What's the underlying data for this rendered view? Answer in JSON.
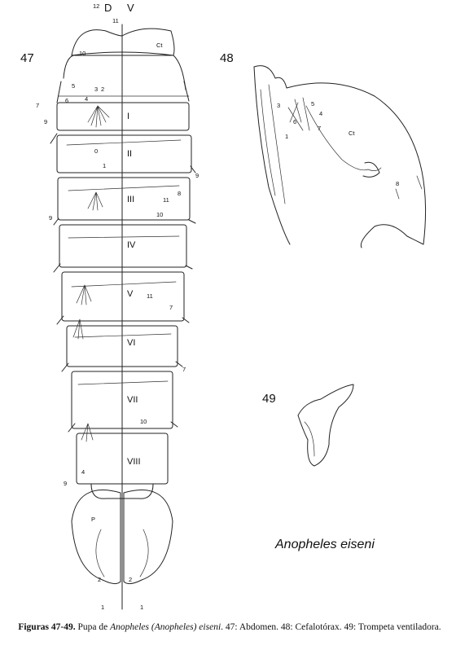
{
  "figure_numbers": {
    "fig47": "47",
    "fig48": "48",
    "fig49": "49"
  },
  "orientation_labels": {
    "dorsal": "D",
    "ventral": "V"
  },
  "region_labels": {
    "cephalothorax": "Ct",
    "paddle": "P"
  },
  "segments": [
    "I",
    "II",
    "III",
    "IV",
    "V",
    "VI",
    "VII",
    "VIII"
  ],
  "seta_labels": [
    "0",
    "1",
    "2",
    "3",
    "4",
    "5",
    "6",
    "7",
    "8",
    "9",
    "10",
    "11",
    "12"
  ],
  "species_name": "Anopheles eiseni",
  "caption": {
    "label": "Figuras 47-49.",
    "text1": " Pupa de ",
    "taxon": "Anopheles (Anopheles) eiseni",
    "text2": ". 47: Abdomen. 48: Cefalotórax. 49: Trompeta ventiladora."
  },
  "colors": {
    "ink": "#222222",
    "background": "#ffffff"
  }
}
